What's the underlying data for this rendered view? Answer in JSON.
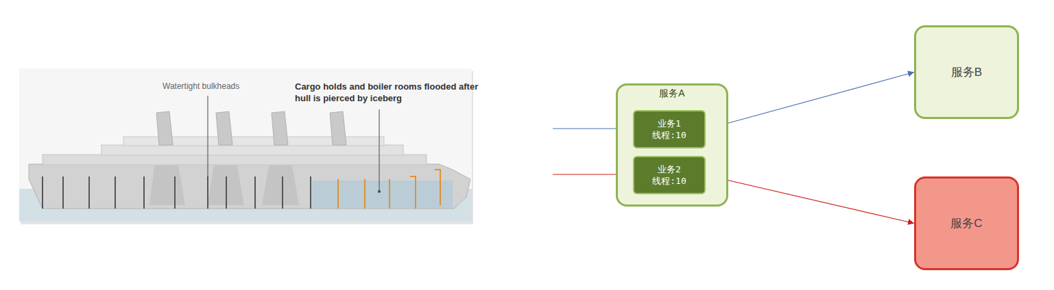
{
  "diagram": {
    "nodes": [
      {
        "text": [
          "服务A"
        ]
      },
      {
        "text": [
          "业务1",
          "线程:10"
        ],
        "in": 0
      },
      {
        "text": [
          "业务2",
          "线程:10"
        ],
        "in": 0
      },
      {
        "text": [
          "服务B"
        ]
      },
      {
        "text": [
          "服务C"
        ]
      }
    ],
    "edges": [
      {
        "from": 1,
        "to": 3,
        "arrow": "to"
      },
      {
        "from": 2,
        "to": 4,
        "arrow": "to"
      }
    ],
    "labels": [
      "Watertight bulkheads",
      "Cargo holds and boiler rooms flooded after hull is pierced by iceberg"
    ]
  }
}
